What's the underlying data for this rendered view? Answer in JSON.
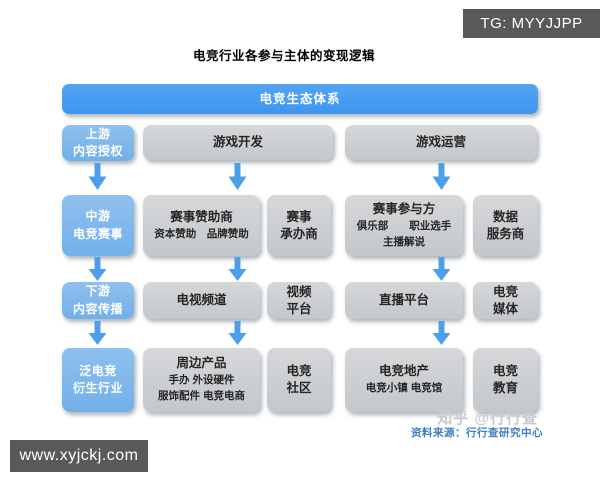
{
  "page": {
    "tg_badge": "TG: MYYJJPP",
    "site_badge": "www.xyjckj.com",
    "title": "电竞行业各参与主体的变现逻辑",
    "banner": "电竞生态体系",
    "watermark": "知乎 @行行查",
    "source": "资料来源：行行查研究中心"
  },
  "colors": {
    "banner_blue": "#459df1",
    "stage_blue": "#7fb7ea",
    "box_gray": "#c9cccf",
    "arrow_blue": "#4c9ee9",
    "source_text_blue": "#3f80c2",
    "badge_dark": "#58595b",
    "watermark_gray": "#c7cace"
  },
  "diagram": {
    "rows": [
      {
        "stage": [
          "上游",
          "内容授权"
        ],
        "cells": [
          {
            "title": "游戏开发"
          },
          {
            "title": "游戏运营"
          }
        ]
      },
      {
        "stage": [
          "中游",
          "电竞赛事"
        ],
        "cells": [
          {
            "title": "赛事赞助商",
            "subs": [
              "资本赞助　品牌赞助"
            ]
          },
          {
            "lines": [
              "赛事",
              "承办商"
            ]
          },
          {
            "title": "赛事参与方",
            "subs": [
              "俱乐部　　职业选手",
              "主播解说"
            ]
          },
          {
            "lines": [
              "数据",
              "服务商"
            ]
          }
        ]
      },
      {
        "stage": [
          "下游",
          "内容传播"
        ],
        "cells": [
          {
            "title": "电视频道"
          },
          {
            "lines": [
              "视频",
              "平台"
            ]
          },
          {
            "title": "直播平台"
          },
          {
            "lines": [
              "电竞",
              "媒体"
            ]
          }
        ]
      },
      {
        "stage": [
          "泛电竞",
          "衍生行业"
        ],
        "cells": [
          {
            "title": "周边产品",
            "subs": [
              "手办 外设硬件",
              "服饰配件 电竞电商"
            ]
          },
          {
            "lines": [
              "电竞",
              "社区"
            ]
          },
          {
            "title": "电竞地产",
            "subs": [
              "电竞小镇 电竞馆"
            ]
          },
          {
            "lines": [
              "电竞",
              "教育"
            ]
          }
        ]
      }
    ]
  }
}
